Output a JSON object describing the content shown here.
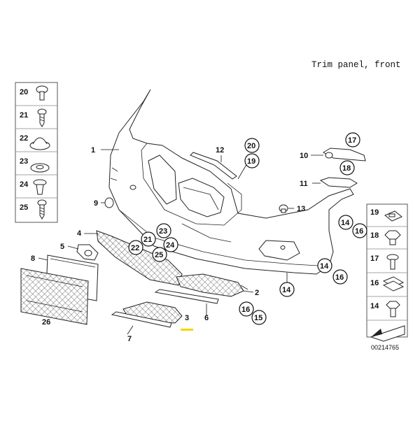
{
  "header": {
    "title": "Trim panel, front"
  },
  "diagram_number": "00214765",
  "left_column": [
    "20",
    "21",
    "22",
    "23",
    "24",
    "25"
  ],
  "right_column": [
    "19",
    "18",
    "17",
    "16",
    "14"
  ],
  "labels": {
    "l1": "1",
    "l2": "2",
    "l3": "3",
    "l4": "4",
    "l5": "5",
    "l6": "6",
    "l7": "7",
    "l8": "8",
    "l9": "9",
    "l10": "10",
    "l11": "11",
    "l12": "12",
    "l13": "13",
    "l14a": "14",
    "l14b": "14",
    "l14c": "14",
    "l15": "15",
    "l16a": "16",
    "l16b": "16",
    "l16c": "16",
    "l17": "17",
    "l18": "18",
    "l19": "19",
    "l20": "20",
    "l21": "21",
    "l22": "22",
    "l23": "23",
    "l24": "24",
    "l25": "25",
    "l26": "26"
  },
  "colors": {
    "highlight": "#f2d600",
    "line": "#111111"
  }
}
